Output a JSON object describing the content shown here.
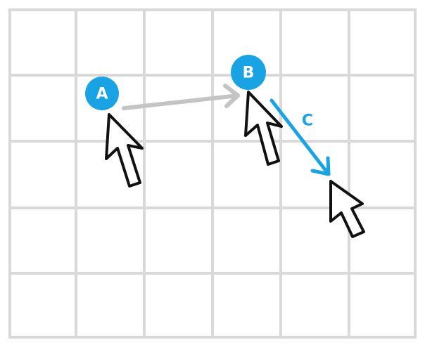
{
  "diagram": {
    "nodes": [
      {
        "id": "A",
        "label": "A"
      },
      {
        "id": "B",
        "label": "B"
      }
    ],
    "edges": [
      {
        "from": "A",
        "to": "B",
        "label": ""
      },
      {
        "from": "B",
        "to": "cursor",
        "label": "C"
      }
    ],
    "colors": {
      "node_fill": "#1aa3e3",
      "edge_gray": "#c4c4c4",
      "edge_blue": "#1aa3e3",
      "grid": "#d9d9d9",
      "cursor_outline": "#111111"
    },
    "icons": [
      "mouse-cursor-icon",
      "mouse-cursor-icon",
      "mouse-cursor-icon"
    ]
  }
}
